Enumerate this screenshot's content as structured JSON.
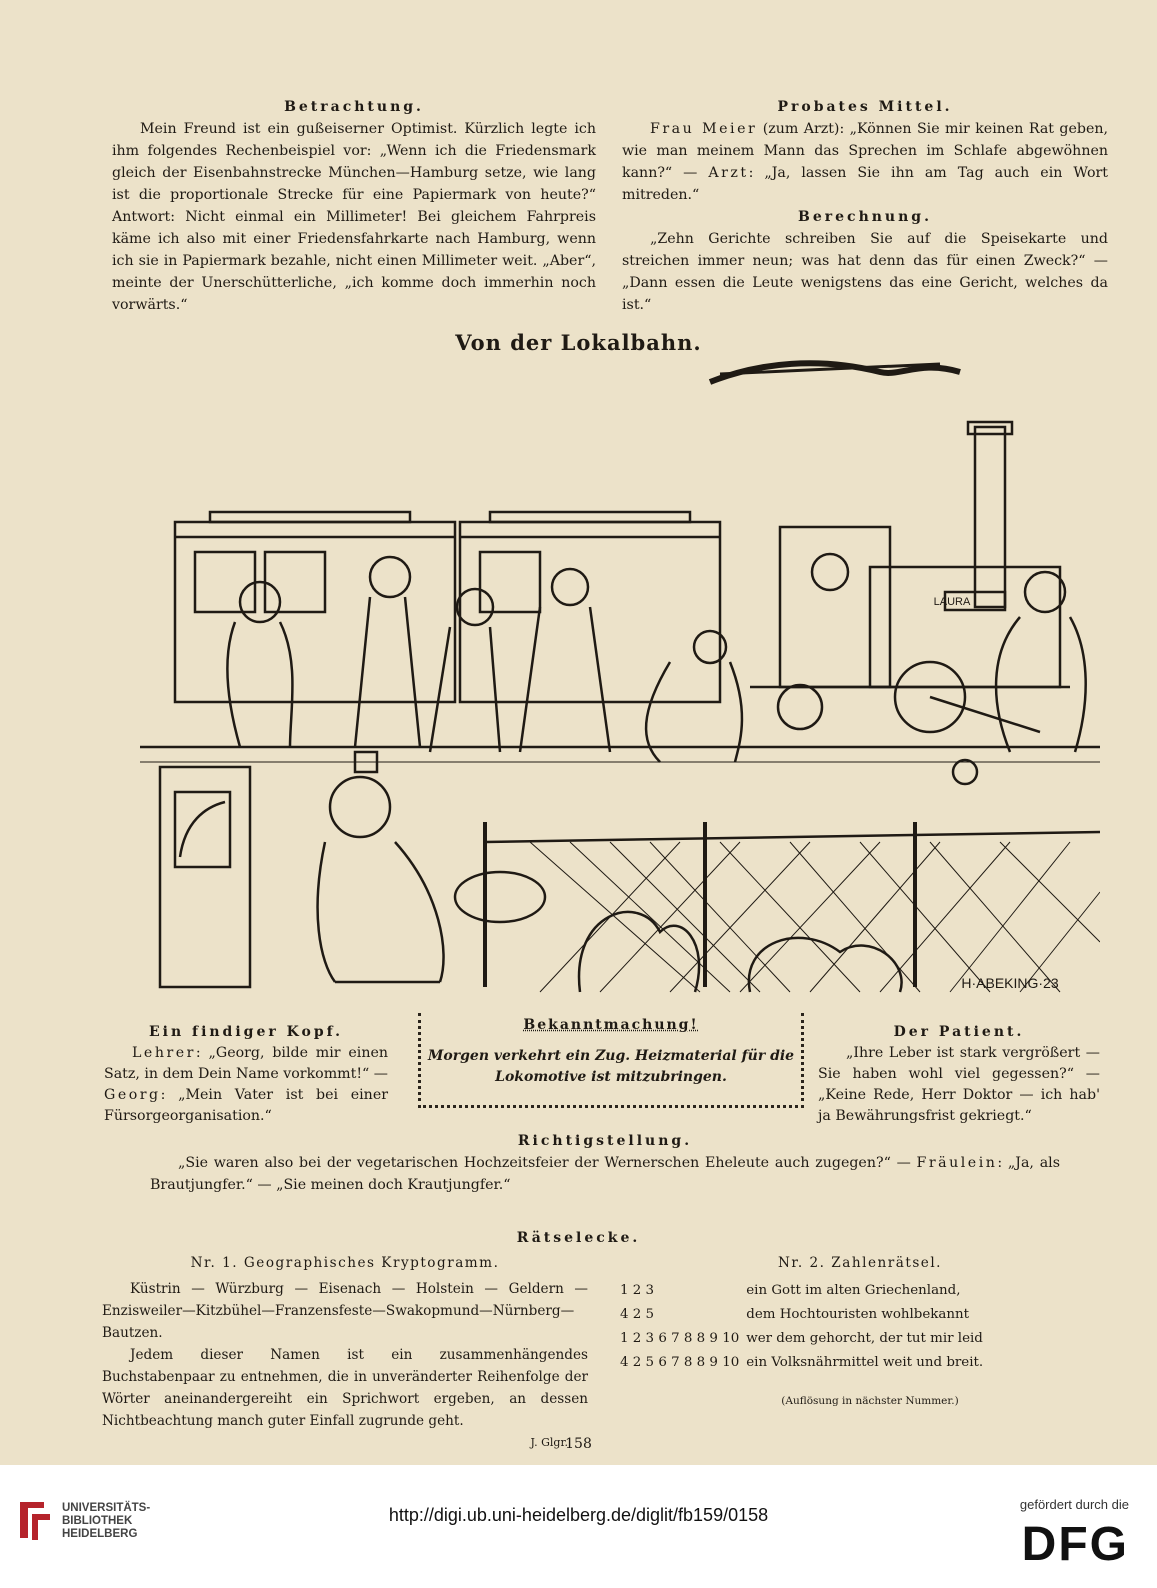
{
  "left_article": {
    "heading": "Betrachtung.",
    "body": "Mein Freund ist ein gußeiserner Optimist. Kürzlich legte ich ihm folgendes Rechenbeispiel vor: „Wenn ich die Friedensmark gleich der Eisenbahnstrecke München—Hamburg setze, wie lang ist die proportionale Strecke für eine Papiermark von heute?“ Antwort: Nicht einmal ein Millimeter! Bei gleichem Fahrpreis käme ich also mit einer Friedensfahrkarte nach Hamburg, wenn ich sie in Papiermark bezahle, nicht einen Millimeter weit. „Aber“, meinte der Unerschütterliche, „ich komme doch immerhin noch vorwärts.“"
  },
  "right_article": {
    "heading": "Probates Mittel.",
    "speaker1": "Frau Meier",
    "text1": " (zum Arzt): „Können Sie mir keinen Rat geben, wie man meinem Mann das Sprechen im Schlafe abgewöhnen kann?“ — ",
    "speaker2": "Arzt",
    "text2": ": „Ja, lassen Sie ihn am Tag auch ein Wort mitreden.“",
    "heading2": "Berechnung.",
    "body2": "„Zehn Gerichte schreiben Sie auf die Speisekarte und streichen immer neun; was hat denn das für einen Zweck?“ — „Dann essen die Leute wenigstens das eine Gericht, welches da ist.“"
  },
  "illustration": {
    "title": "Von der Lokalbahn.",
    "locomotive_name": "LAURA",
    "signature": "H·ABEKING·23"
  },
  "col_left": {
    "heading": "Ein findiger Kopf.",
    "speaker1": "Lehrer",
    "text1": ": „Georg, bilde mir einen Satz, in dem Dein Name vorkommt!“ — ",
    "speaker2": "Georg",
    "text2": ": „Mein Vater ist bei einer Fürsorgeorganisation.“"
  },
  "notice": {
    "heading": "Bekanntmachung!",
    "body": "Morgen verkehrt ein Zug. Heizmaterial für die Lokomotive ist mitzubringen."
  },
  "col_right": {
    "heading": "Der Patient.",
    "body": "„Ihre Leber ist stark vergrößert — Sie haben wohl viel gegessen?“ — „Keine Rede, Herr Doktor — ich hab' ja Bewährungsfrist gekriegt.“"
  },
  "correction": {
    "heading": "Richtigstellung.",
    "text1": "„Sie waren also bei der vegetarischen Hochzeitsfeier der Wernerschen Eheleute auch zugegen?“ — ",
    "speaker": "Fräulein",
    "text2": ": „Ja, als Brautjungfer.“ — „Sie meinen doch Krautjungfer.“"
  },
  "puzzles": {
    "heading": "Rätselecke.",
    "p1_title": "Nr. 1. Geographisches Kryptogramm.",
    "p1_list": "Küstrin — Würzburg — Eisenach — Holstein — Geldern — Enzisweiler—Kitzbühel—Franzensfeste—Swakopmund—Nürnberg—Bautzen.",
    "p1_text": "Jedem dieser Namen ist ein zusammenhängendes Buchstabenpaar zu entnehmen, die in unveränderter Reihenfolge der Wörter aneinandergereiht ein Sprichwort ergeben, an dessen Nichtbeachtung manch guter Einfall zugrunde geht.",
    "p1_author": "J. Glgr.",
    "p2_title": "Nr. 2. Zahlenrätsel.",
    "p2_rows": [
      {
        "nums": "1  2  3",
        "text": "ein Gott im alten Griechenland,"
      },
      {
        "nums": "4  2  5",
        "text": "dem Hochtouristen wohlbekannt"
      },
      {
        "nums": "1  2  3  6  7  8  8  9  10",
        "text": "wer dem gehorcht, der tut mir leid"
      },
      {
        "nums": "4  2  5  6  7  8  8  9  10",
        "text": "ein Volksnährmittel weit und breit."
      }
    ],
    "p2_note": "(Auflösung in nächster Nummer.)"
  },
  "page_number": "158",
  "footer": {
    "institution_line1": "UNIVERSITÄTS-",
    "institution_line2": "BIBLIOTHEK",
    "institution_line3": "HEIDELBERG",
    "url": "http://digi.ub.uni-heidelberg.de/diglit/fb159/0158",
    "funded_by": "gefördert durch die",
    "funder": "DFG"
  }
}
